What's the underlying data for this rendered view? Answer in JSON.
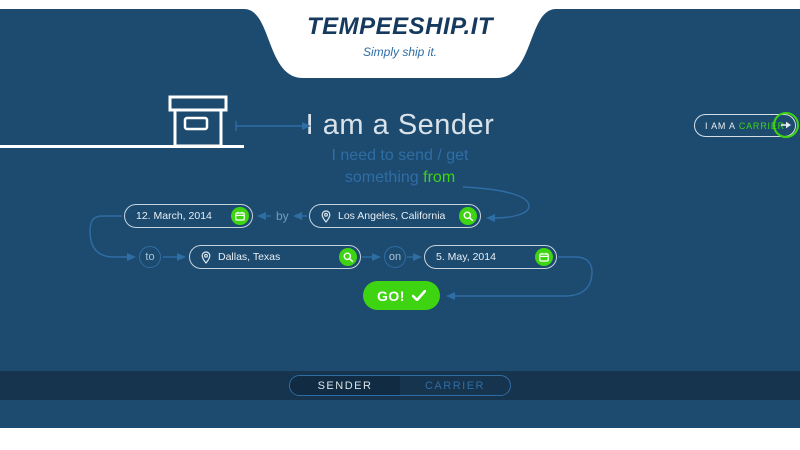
{
  "colors": {
    "bg": "#1d4b70",
    "band": "#16344d",
    "green": "#3ed412",
    "blue": "#2f6da5",
    "logo": "#16395e"
  },
  "header": {
    "logo": "TEMPEESHIP.IT",
    "tagline": "Simply ship it."
  },
  "carrier_cta": {
    "prefix": "I AM A",
    "highlight": "CARRIER"
  },
  "hero": {
    "title": "I am a Sender",
    "line1": "I need to send / get",
    "line2_text": "something",
    "line2_highlight": "from"
  },
  "form": {
    "ship_date": {
      "value": "12. March, 2014"
    },
    "from_location": {
      "value": "Los Angeles, California"
    },
    "to_location": {
      "value": "Dallas, Texas"
    },
    "arrive_date": {
      "value": "5. May, 2014"
    },
    "label_by": "by",
    "label_to": "to",
    "label_on": "on",
    "go_label": "GO!"
  },
  "footer": {
    "tab_sender": "SENDER",
    "tab_carrier": "CARRIER"
  }
}
